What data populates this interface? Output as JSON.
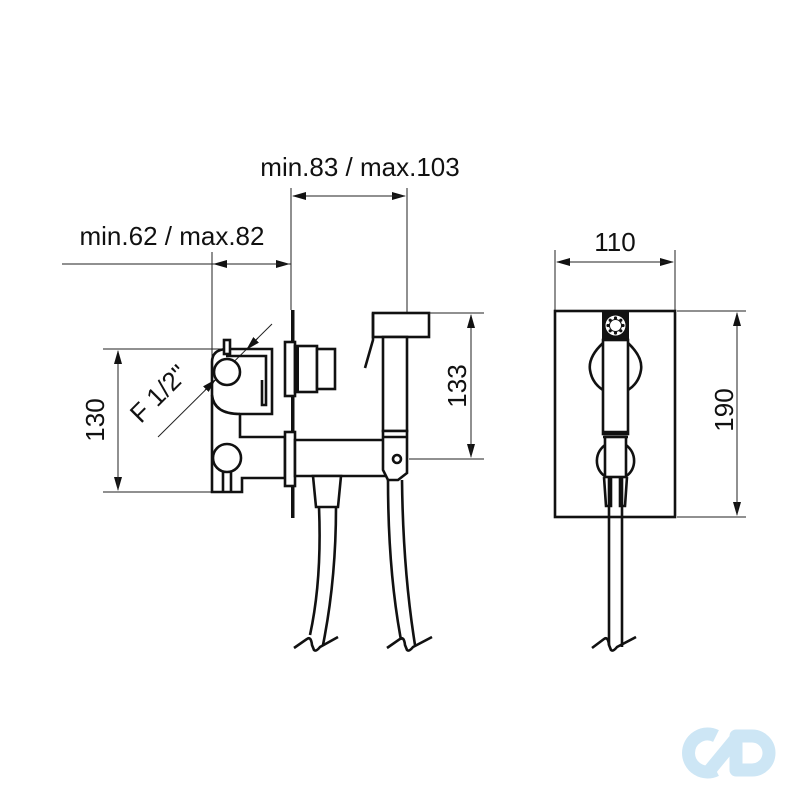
{
  "drawing": {
    "subject": "Concealed bidet shower mixer with hand spray — dimensional drawing",
    "side_view": {
      "dim_top": "min.83 / max.103",
      "dim_left": "min.62 / max.82",
      "dim_height_body": "130",
      "dim_height_spray": "133",
      "thread_label": "F 1/2\""
    },
    "front_view": {
      "dim_width": "110",
      "dim_height": "190"
    },
    "units": "mm"
  },
  "colors": {
    "line": "#111111",
    "background": "#ffffff",
    "watermark": "#cde6f5"
  },
  "watermark": {
    "icon": "infinity-cd-logo-icon"
  }
}
